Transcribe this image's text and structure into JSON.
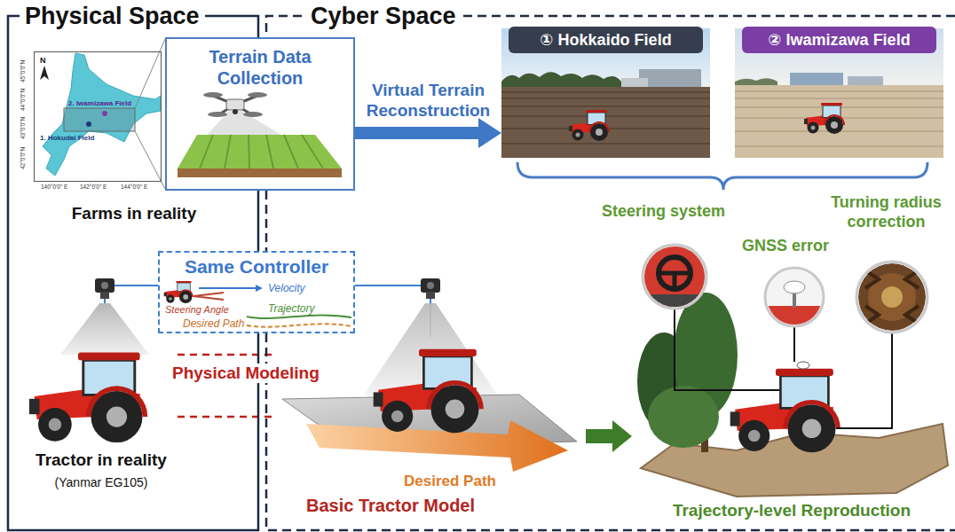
{
  "diagram": {
    "nodes": [
      {
        "text": [
          "Physical Space"
        ]
      },
      {
        "text": [
          "2. Iwamizawa Field",
          "1. Hokudai Field",
          "Farms in reality"
        ],
        "in": 0
      },
      {
        "text": [
          "Terrain Data Collection"
        ],
        "in": 0
      },
      {
        "text": [
          "Cyber Space"
        ]
      },
      {
        "text": [
          "① Hokkaido Field"
        ],
        "in": 3
      },
      {
        "text": [
          "② Iwamizawa Field"
        ],
        "in": 3
      },
      {
        "text": [
          "Same Controller",
          "Velocity",
          "Steering Angle",
          "Trajectory",
          "Desired Path"
        ],
        "in": 0
      },
      {
        "text": [
          "Tractor in reality",
          "(Yanmar EG105)"
        ],
        "in": 0
      },
      {
        "text": [
          "Basic Tractor Model"
        ],
        "in": 3
      },
      {
        "text": [
          "Trajectory-level Reproduction"
        ],
        "in": 3
      }
    ],
    "edges": [
      {
        "from": 2,
        "to": 4,
        "label": "Virtual Terrain Reconstruction",
        "arrow": "to"
      },
      {
        "from": 6,
        "to": 7,
        "arrow": "none"
      },
      {
        "from": 6,
        "to": 8,
        "arrow": "none"
      },
      {
        "from": 7,
        "to": 8,
        "label": "Physical Modeling",
        "arrow": "none"
      },
      {
        "from": 8,
        "to": 9,
        "arrow": "to"
      }
    ],
    "labels": [
      "N",
      "45°0'0\"N",
      "44°0'0\"N",
      "43°0'0\"N",
      "42°0'0\"N",
      "140°0'0\" E",
      "142°0'0\" E",
      "144°0'0\" E",
      "Steering system",
      "GNSS error",
      "Turning radius correction",
      "Desired Path"
    ]
  }
}
